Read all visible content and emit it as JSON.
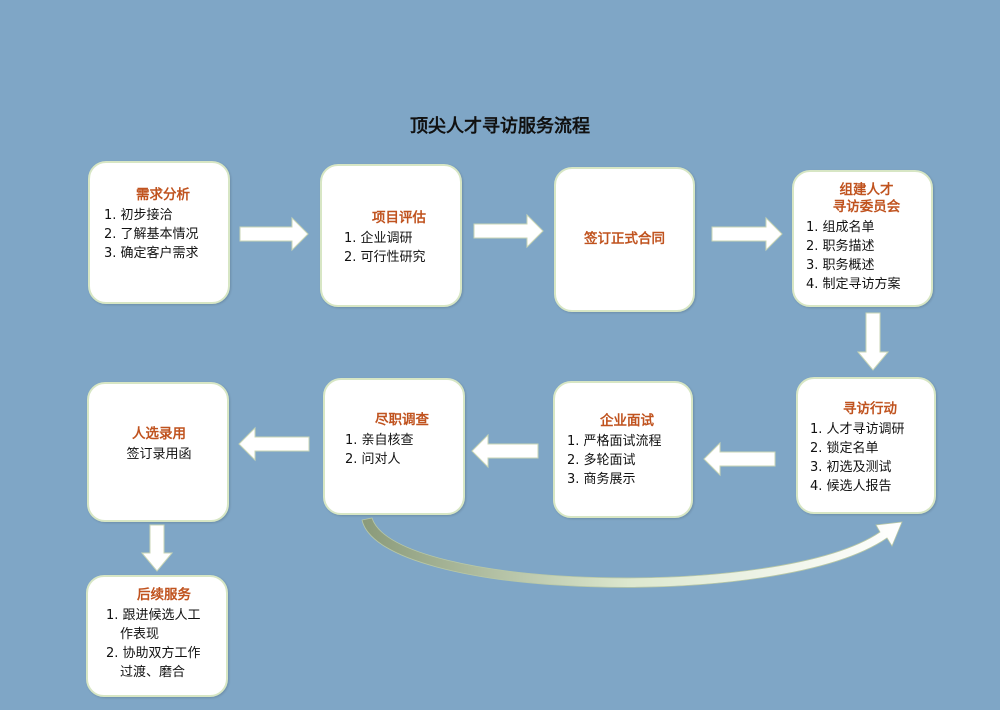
{
  "title": "顶尖人才寻访服务流程",
  "steps": [
    {
      "heading": "需求分析",
      "items": [
        "1. 初步接洽",
        "2. 了解基本情况",
        "3. 确定客户需求"
      ]
    },
    {
      "heading": "项目评估",
      "items": [
        "1. 企业调研",
        "2. 可行性研究"
      ]
    },
    {
      "heading": "签订正式合同",
      "items": []
    },
    {
      "heading": "组建人才",
      "heading2": "寻访委员会",
      "items": [
        "1. 组成名单",
        "2. 职务描述",
        "3. 职务概述",
        "4. 制定寻访方案"
      ]
    },
    {
      "heading": "寻访行动",
      "items": [
        "1. 人才寻访调研",
        "2. 锁定名单",
        "3. 初选及测试",
        "4. 候选人报告"
      ]
    },
    {
      "heading": "企业面试",
      "items": [
        "1. 严格面试流程",
        "2. 多轮面试",
        "3. 商务展示"
      ]
    },
    {
      "heading": "尽职调查",
      "items": [
        "1. 亲自核查",
        "2. 问对人"
      ]
    },
    {
      "heading": "人选录用",
      "items": [
        "签订录用函"
      ]
    },
    {
      "heading": "后续服务",
      "items": [
        "1. 跟进候选人工",
        "作表现",
        "2. 协助双方工作",
        "过渡、磨合"
      ]
    }
  ]
}
